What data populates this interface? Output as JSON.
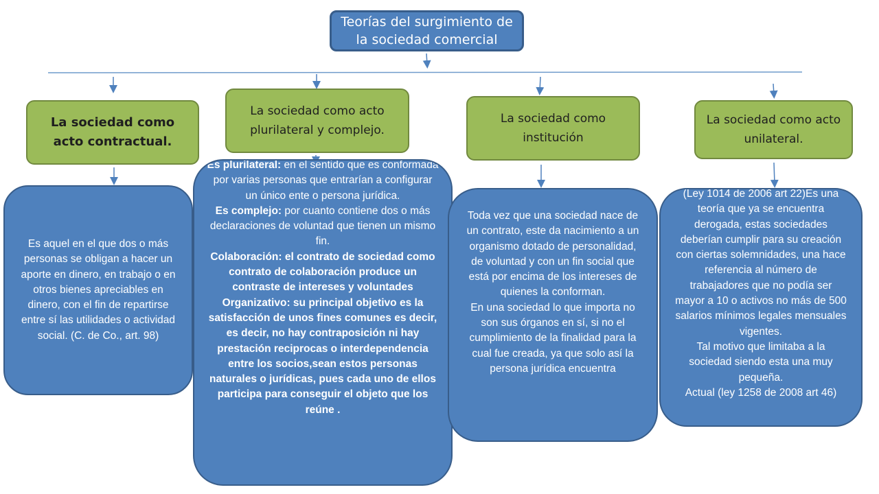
{
  "title": "Teorías del surgimiento de la sociedad comercial",
  "categories": [
    "La sociedad como acto contractual.",
    "La sociedad como acto plurilateral y complejo.",
    "La sociedad como institución",
    "La sociedad como acto unilateral."
  ],
  "descriptions": {
    "contractual": "Es aquel en el que dos o más personas se obligan a hacer un aporte en dinero, en trabajo o en otros bienes apreciables en dinero, con el fin de repartirse entre sí las utilidades o actividad social.  (C. de Co., art. 98)",
    "plurilateral": {
      "p1_label": "Es plurilateral:",
      "p1_text": " en el sentido que es conformada por varias personas que entrarían a configurar un único ente o persona jurídica.",
      "p2_label": "Es complejo:",
      "p2_text": " por cuanto contiene dos o más declaraciones de voluntad que tienen un mismo fin.",
      "p3": "Colaboración: el contrato de sociedad como contrato de colaboración produce un contraste de intereses y voluntades",
      "p4": "Organizativo: su principal objetivo es la satisfacción de unos fines comunes es decir, es decir, no hay contraposición ni hay prestación reciprocas o interdependencia entre los socios,sean estos personas naturales o jurídicas, pues cada uno de ellos participa para conseguir el objeto que los reúne ."
    },
    "institucion": {
      "p1": "Toda vez que una sociedad nace de un contrato, este da nacimiento a un organismo dotado de personalidad, de voluntad y con un fin social que está por encima de los intereses de quienes la conforman.",
      "p2": "En una sociedad lo que importa no son sus órganos en sí, si no el cumplimiento de la finalidad para la cual fue creada, ya que solo así la persona jurídica encuentra"
    },
    "unilateral": {
      "p1": "(Ley 1014 de 2006 art 22)Es una teoría que ya se encuentra derogada, estas sociedades deberían cumplir para su creación con ciertas solemnidades, una hace referencia al número de trabajadores que no podía ser mayor a 10 o activos no más de 500 salarios mínimos legales mensuales vigentes.",
      "p2": "Tal motivo que limitaba a la sociedad siendo esta una muy pequeña.",
      "p3": "Actual (ley 1258 de 2008 art 46)"
    }
  },
  "colors": {
    "title_fill": "#4f81bd",
    "category_fill": "#9bbb59",
    "description_fill": "#4f81bd",
    "connector": "#4f81bd"
  }
}
